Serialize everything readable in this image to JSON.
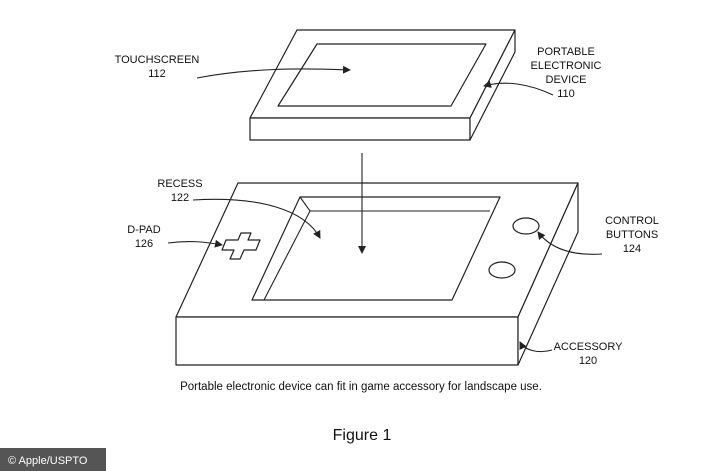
{
  "labels": {
    "touchscreen": {
      "name": "TOUCHSCREEN",
      "number": "112"
    },
    "portable_device": {
      "line1": "PORTABLE",
      "line2": "ELECTRONIC",
      "line3": "DEVICE",
      "number": "110"
    },
    "recess": {
      "name": "RECESS",
      "number": "122"
    },
    "dpad": {
      "name": "D-PAD",
      "number": "126"
    },
    "control_buttons": {
      "line1": "CONTROL",
      "line2": "BUTTONS",
      "number": "124"
    },
    "accessory": {
      "name": "ACCESSORY",
      "number": "120"
    }
  },
  "caption": "Portable electronic device can fit in game accessory for landscape use.",
  "figure_title": "Figure 1",
  "credit": "© Apple/USPTO"
}
